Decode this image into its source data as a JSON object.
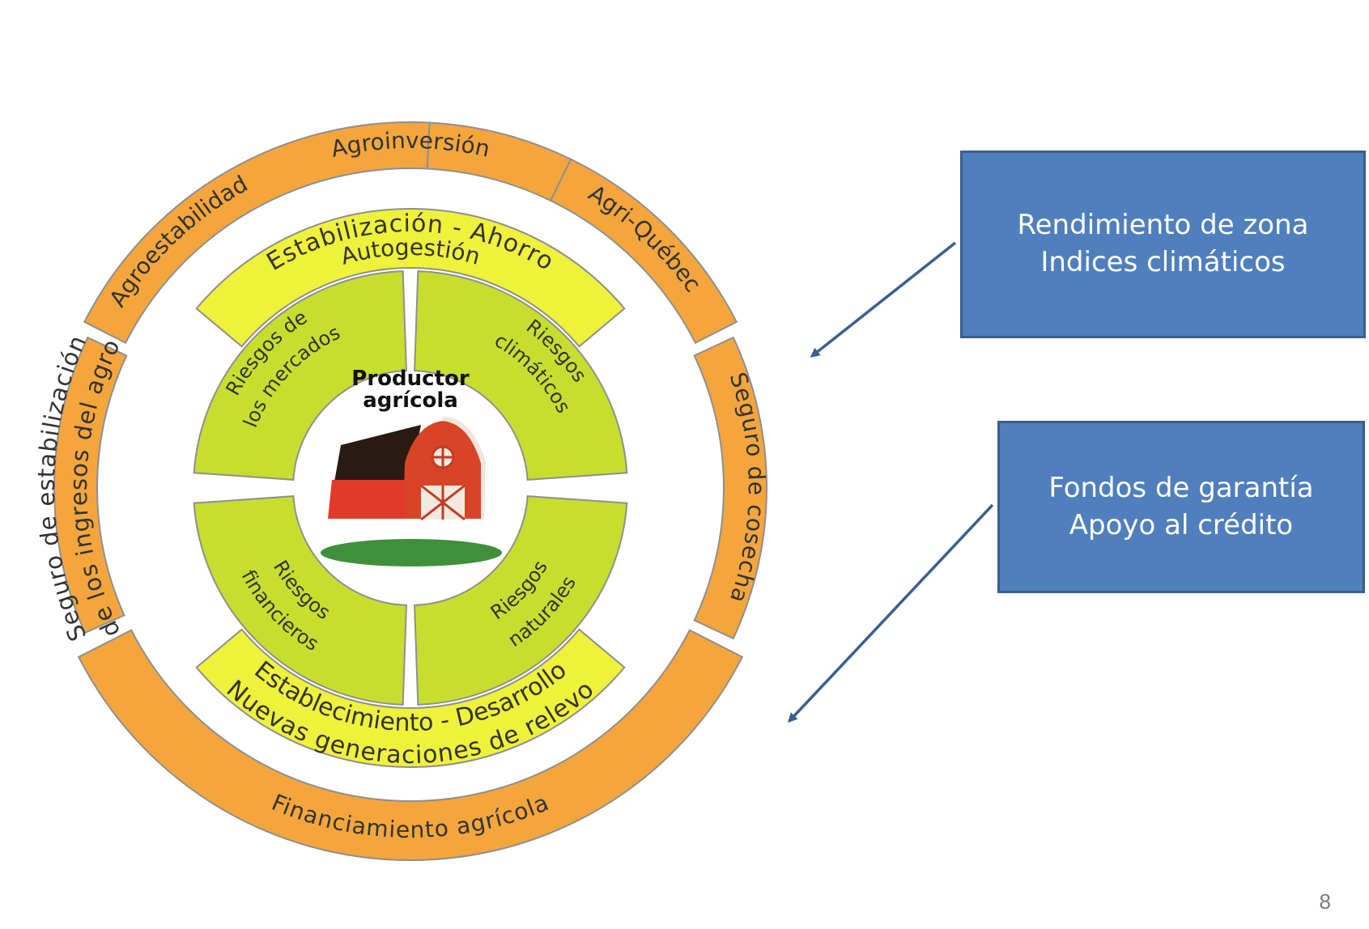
{
  "diagram": {
    "center": {
      "title_line1": "Productor",
      "title_line2": "agrícola"
    },
    "risks": [
      {
        "line1": "Riesgos de",
        "line2": "los mercados"
      },
      {
        "line1": "Riesgos",
        "line2": "climáticos"
      },
      {
        "line1": "Riesgos",
        "line2": "financieros"
      },
      {
        "line1": "Riesgos",
        "line2": "naturales"
      }
    ],
    "yellow_top": {
      "line1": "Estabilización - Ahorro",
      "line2": "Autogestión"
    },
    "yellow_bottom": {
      "line1": "Establecimiento - Desarrollo",
      "line2": "Nuevas generaciones de relevo"
    },
    "outer": {
      "top_left": "Agroestabilidad",
      "top_middle": "Agroinversión",
      "top_right": "Agri-Québec",
      "left_line1": "Seguro de estabilización",
      "left_line2": "de los ingresos del agro",
      "right": "Seguro de cosecha",
      "bottom": "Financiamiento agrícola"
    }
  },
  "callouts": [
    {
      "line1": "Rendimiento de zona",
      "line2": "Indices climáticos"
    },
    {
      "line1": "Fondos de garantía",
      "line2": "Apoyo al crédito"
    }
  ],
  "page_number": "8",
  "colors": {
    "orange": "#f4a63d",
    "yellow": "#eff23a",
    "green": "#c8de2e",
    "callout_blue": "#4f7fbd",
    "arrow_blue": "#3a5f8e"
  }
}
